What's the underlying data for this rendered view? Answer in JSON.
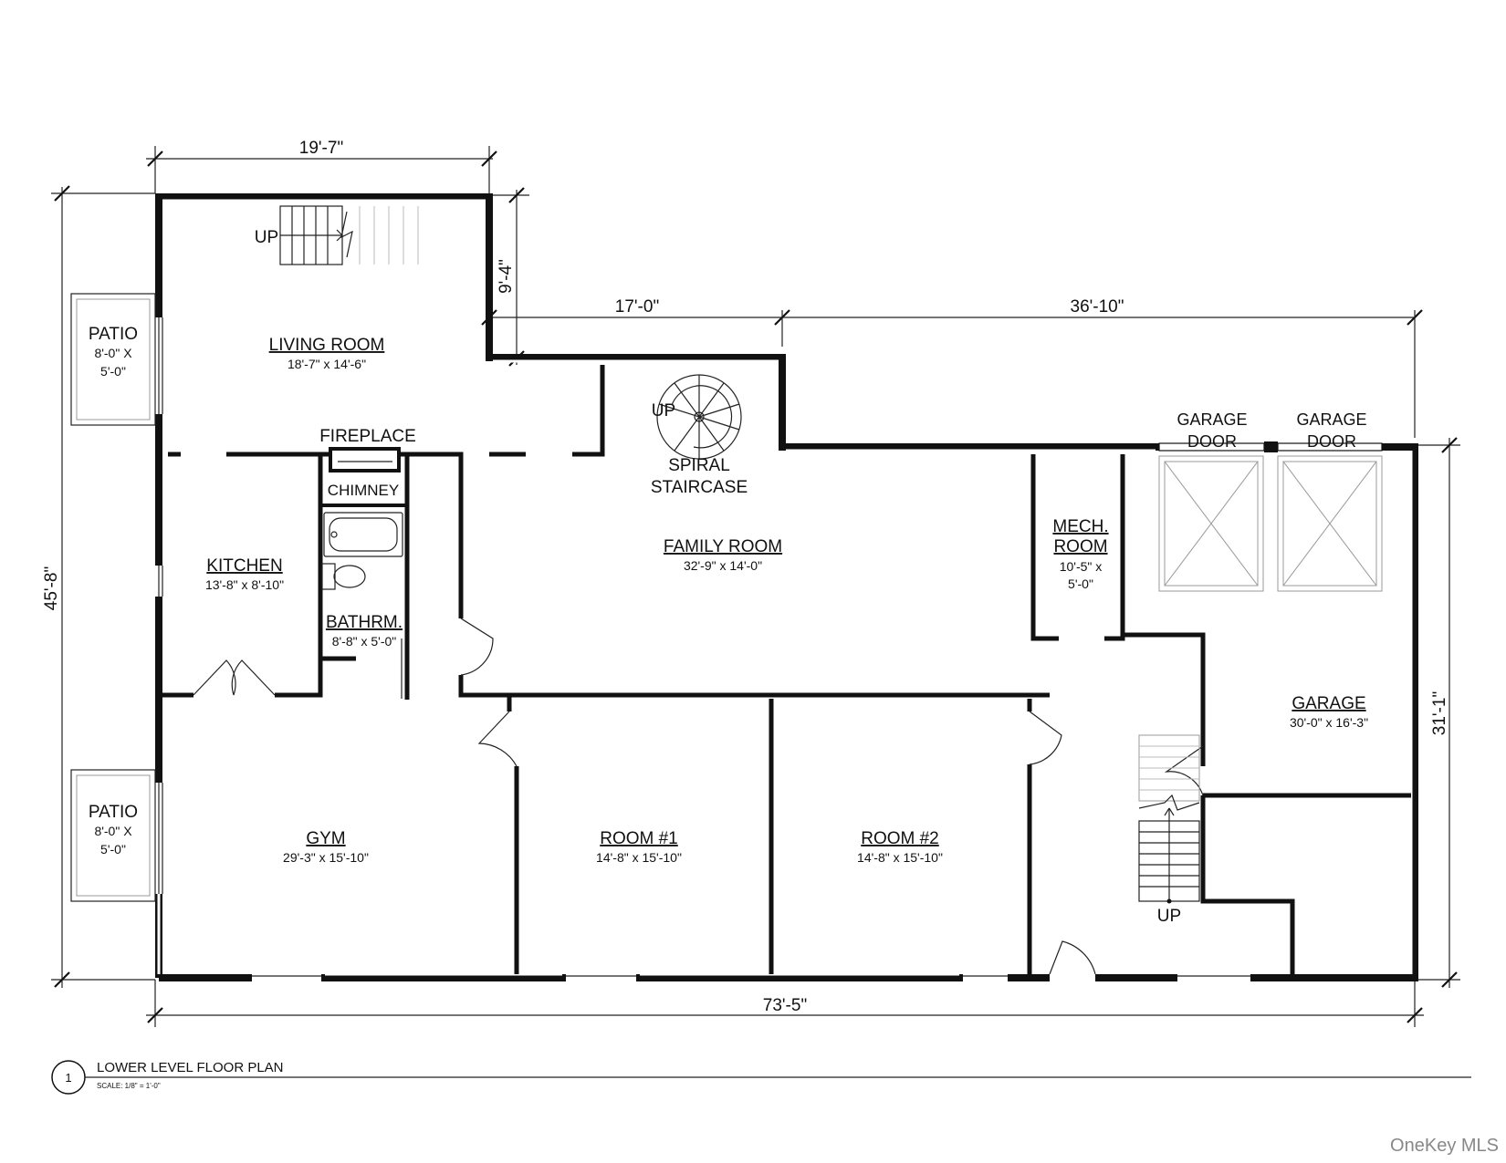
{
  "title": "LOWER LEVEL FLOOR PLAN",
  "scale": "SCALE: 1/8\" = 1'-0\"",
  "sheet_number": "1",
  "watermark": "OneKey MLS",
  "rooms": {
    "living_room": {
      "name": "LIVING ROOM",
      "size": "18'-7\" x 14'-6\""
    },
    "kitchen": {
      "name": "KITCHEN",
      "size": "13'-8\" x 8'-10\""
    },
    "bathroom": {
      "name": "BATHRM.",
      "size": "8'-8\" x 5'-0\""
    },
    "family_room": {
      "name": "FAMILY ROOM",
      "size": "32'-9\" x 14'-0\""
    },
    "mech_room": {
      "name_1": "MECH.",
      "name_2": "ROOM",
      "size_1": "10'-5\" x",
      "size_2": "5'-0\""
    },
    "garage": {
      "name": "GARAGE",
      "size": "30'-0\" x 16'-3\""
    },
    "gym": {
      "name": "GYM",
      "size": "29'-3\" x 15'-10\""
    },
    "room1": {
      "name": "ROOM #1",
      "size": "14'-8\" x 15'-10\""
    },
    "room2": {
      "name": "ROOM #2",
      "size": "14'-8\" x 15'-10\""
    },
    "patio_top": {
      "name": "PATIO",
      "size_1": "8'-0\" X",
      "size_2": "5'-0\""
    },
    "patio_bottom": {
      "name": "PATIO",
      "size_1": "8'-0\" X",
      "size_2": "5'-0\""
    }
  },
  "labels": {
    "fireplace": "FIREPLACE",
    "chimney": "CHIMNEY",
    "spiral_1": "SPIRAL",
    "spiral_2": "STAIRCASE",
    "garage_door_left_1": "GARAGE",
    "garage_door_left_2": "DOOR",
    "garage_door_right_1": "GARAGE",
    "garage_door_right_2": "DOOR",
    "up_living": "UP",
    "up_spiral": "UP",
    "up_garage": "UP"
  },
  "dimensions": {
    "top_living": "19'-7\"",
    "step_vertical": "9'-4\"",
    "top_family": "17'-0\"",
    "top_right": "36'-10\"",
    "overall_height": "45'-8\"",
    "right_height": "31'-1\"",
    "overall_width": "73'-5\""
  }
}
